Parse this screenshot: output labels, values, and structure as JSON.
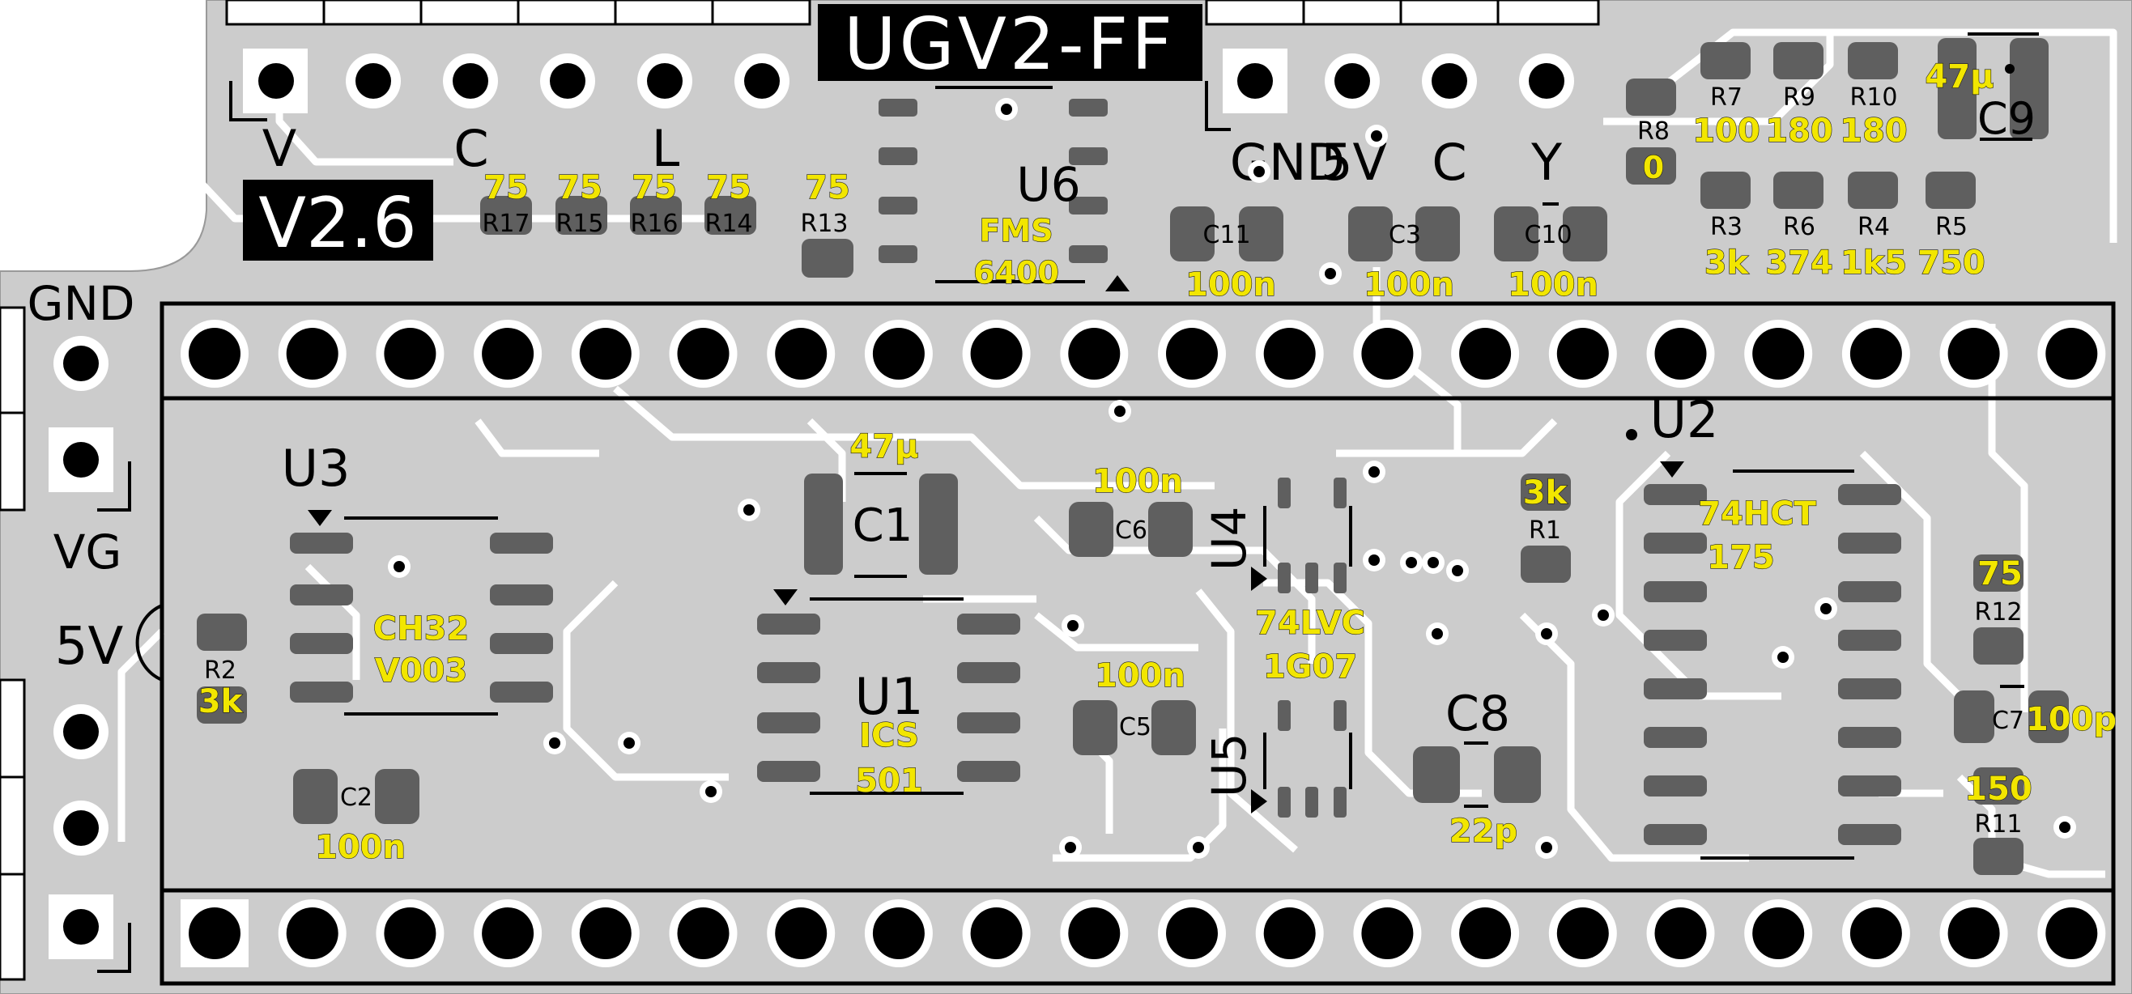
{
  "colors": {
    "board": "#cccccc",
    "trace": "#ffffff",
    "pad": "#5f5f5f",
    "hole": "#000000",
    "silk": "#000000",
    "value_label": "#f2e600"
  },
  "title": "UGV2-FF",
  "version": "V2.6",
  "top_header_labels": {
    "v": "V",
    "c": "C",
    "l": "L",
    "gnd": "GND",
    "v5": "5V",
    "c2": "C",
    "y": "Y"
  },
  "side_labels": {
    "gnd": "GND",
    "vg": "VG",
    "v5": "5V"
  },
  "chips": {
    "u1": {
      "ref": "U1",
      "value_line1": "ICS",
      "value_line2": "501"
    },
    "u2": {
      "ref": "U2",
      "value_line1": "74HCT",
      "value_line2": "175"
    },
    "u3": {
      "ref": "U3",
      "value_line1": "CH32",
      "value_line2": "V003"
    },
    "u4": {
      "ref": "U4",
      "value_line1": "74LVC",
      "value_line2": "1G07"
    },
    "u5": {
      "ref": "U5"
    },
    "u6": {
      "ref": "U6",
      "value_line1": "FMS",
      "value_line2": "6400"
    }
  },
  "resistors": {
    "r1": {
      "ref": "R1",
      "value": "3k"
    },
    "r2": {
      "ref": "R2",
      "value": "3k"
    },
    "r3": {
      "ref": "R3",
      "value": "3k"
    },
    "r4": {
      "ref": "R4",
      "value": "1k5"
    },
    "r5": {
      "ref": "R5",
      "value": "750"
    },
    "r6": {
      "ref": "R6",
      "value": "374"
    },
    "r7": {
      "ref": "R7",
      "value": "100"
    },
    "r8": {
      "ref": "R8",
      "value": "0"
    },
    "r9": {
      "ref": "R9",
      "value": "180"
    },
    "r10": {
      "ref": "R10",
      "value": "180"
    },
    "r11": {
      "ref": "R11",
      "value": "150"
    },
    "r12": {
      "ref": "R12",
      "value": "75"
    },
    "r13": {
      "ref": "R13",
      "value": "75"
    },
    "r14": {
      "ref": "R14",
      "value": "75"
    },
    "r15": {
      "ref": "R15",
      "value": "75"
    },
    "r16": {
      "ref": "R16",
      "value": "75"
    },
    "r17": {
      "ref": "R17",
      "value": "75"
    }
  },
  "capacitors": {
    "c1": {
      "ref": "C1",
      "value": "47µ"
    },
    "c2": {
      "ref": "C2",
      "value": "100n"
    },
    "c3": {
      "ref": "C3",
      "value": "100n"
    },
    "c5": {
      "ref": "C5",
      "value": "100n"
    },
    "c6": {
      "ref": "C6",
      "value": "100n"
    },
    "c7": {
      "ref": "C7",
      "value": "100p"
    },
    "c8": {
      "ref": "C8",
      "value": "22p"
    },
    "c9": {
      "ref": "C9",
      "value": "47µ"
    },
    "c10": {
      "ref": "C10",
      "value": "100n"
    },
    "c11": {
      "ref": "C11",
      "value": "100n"
    }
  }
}
